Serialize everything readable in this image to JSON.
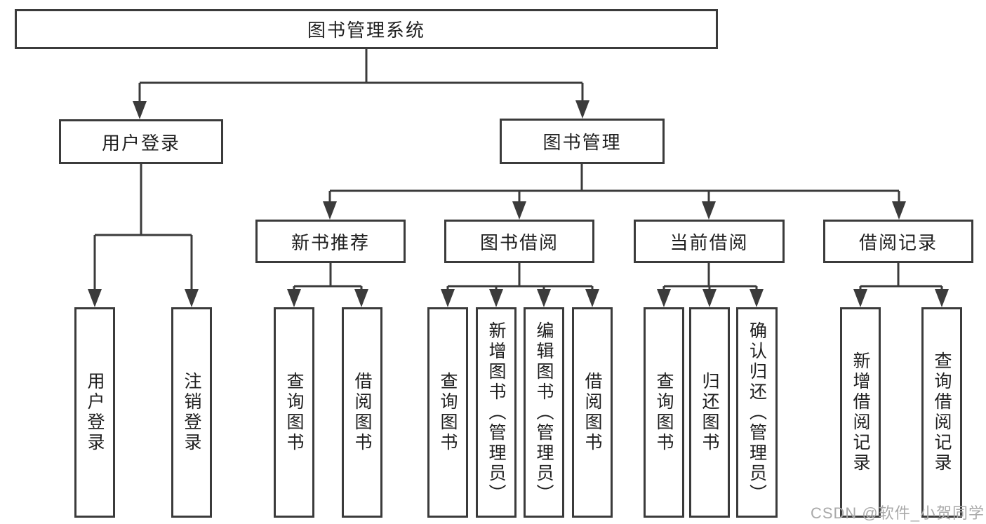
{
  "diagram": {
    "root": {
      "label": "图书管理系统"
    },
    "branches": [
      {
        "label": "用户登录",
        "children": [
          {
            "label": "用户登录"
          },
          {
            "label": "注销登录"
          }
        ]
      },
      {
        "label": "图书管理",
        "children": [
          {
            "label": "新书推荐",
            "children": [
              {
                "label": "查询图书"
              },
              {
                "label": "借阅图书"
              }
            ]
          },
          {
            "label": "图书借阅",
            "children": [
              {
                "label": "查询图书"
              },
              {
                "label": "新增图书（管理员）"
              },
              {
                "label": "编辑图书（管理员）"
              },
              {
                "label": "借阅图书"
              }
            ]
          },
          {
            "label": "当前借阅",
            "children": [
              {
                "label": "查询图书"
              },
              {
                "label": "归还图书"
              },
              {
                "label": "确认归还（管理员）"
              }
            ]
          },
          {
            "label": "借阅记录",
            "children": [
              {
                "label": "新增借阅记录"
              },
              {
                "label": "查询借阅记录"
              }
            ]
          }
        ]
      }
    ]
  },
  "watermark": {
    "text": "CSDN @软件_小贺同学"
  },
  "colors": {
    "line": "#3b3b3b",
    "box_border": "#3b3b3b",
    "text": "#1f1f1f",
    "background": "#ffffff",
    "watermark": "#a9a9a9"
  }
}
